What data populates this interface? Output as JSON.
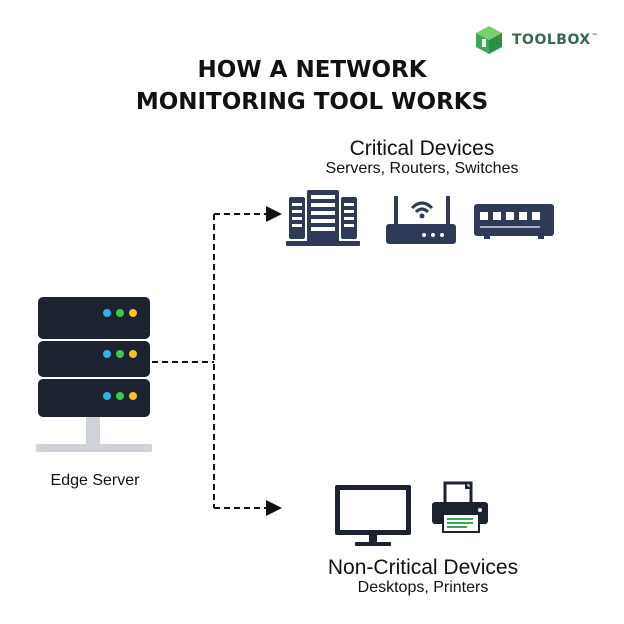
{
  "brand": {
    "name": "TOOLBOX",
    "trademark": "™",
    "color": "#3aa859"
  },
  "title": {
    "line1": "HOW A NETWORK",
    "line2": "MONITORING TOOL WORKS"
  },
  "critical": {
    "heading": "Critical Devices",
    "subheading": "Servers, Routers, Switches",
    "icons": [
      "server-rack-icon",
      "wifi-router-icon",
      "network-switch-icon"
    ]
  },
  "non_critical": {
    "heading": "Non-Critical Devices",
    "subheading": "Desktops, Printers",
    "icons": [
      "desktop-monitor-icon",
      "printer-icon"
    ]
  },
  "edge": {
    "label": "Edge Server",
    "icon": "edge-server-icon"
  },
  "colors": {
    "device_navy": "#2e3a57",
    "server_dark": "#1d2230",
    "accent_green": "#3aa859",
    "led_cyan": "#29b6e8",
    "led_green": "#3cc84a",
    "led_yellow": "#f4c61c"
  }
}
